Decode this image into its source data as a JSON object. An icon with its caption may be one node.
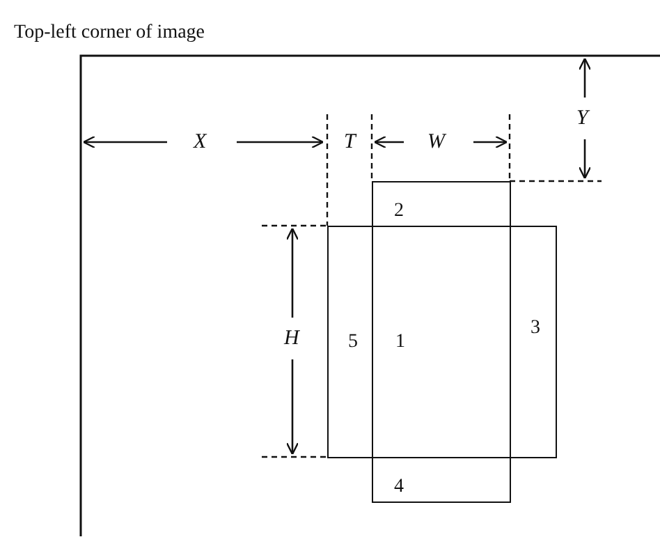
{
  "diagram": {
    "nodes": [
      {
        "text": [
          "2"
        ]
      },
      {
        "text": [
          "5"
        ]
      },
      {
        "text": [
          "1"
        ]
      },
      {
        "text": [
          "3"
        ]
      },
      {
        "text": [
          "4"
        ]
      }
    ],
    "labels": [
      "Top-left corner of image",
      "Y",
      "X",
      "T",
      "W",
      "H"
    ]
  }
}
